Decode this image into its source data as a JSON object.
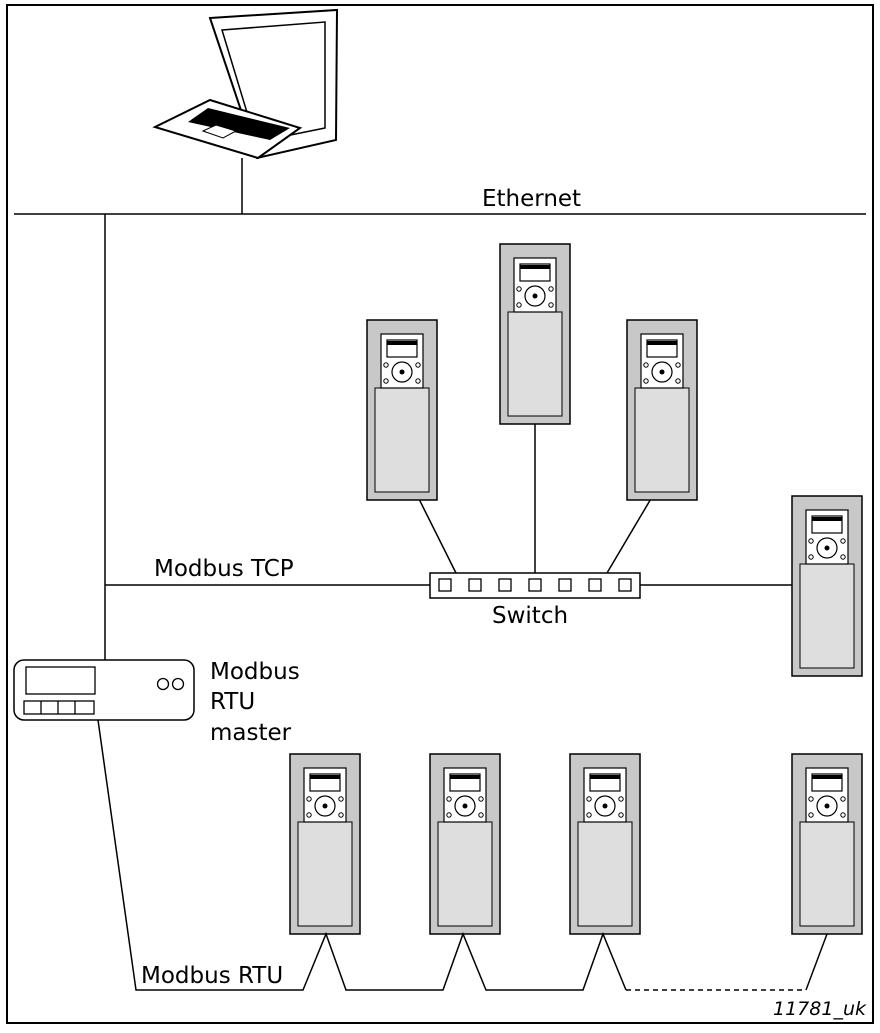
{
  "labels": {
    "ethernet": "Ethernet",
    "modbus_tcp": "Modbus TCP",
    "switch": "Switch",
    "master_line1": "Modbus",
    "master_line2": "RTU",
    "master_line3": "master",
    "modbus_rtu": "Modbus RTU",
    "figure_id": "11781_uk"
  },
  "colors": {
    "drive_body": "#c8c8c8",
    "drive_lower_panel": "#dedede",
    "line": "#000000",
    "background": "#ffffff"
  },
  "icons": {
    "computer": "laptop-icon",
    "drive": "frequency-converter-icon",
    "switch": "network-switch-icon",
    "master": "rtu-master-controller-icon"
  }
}
